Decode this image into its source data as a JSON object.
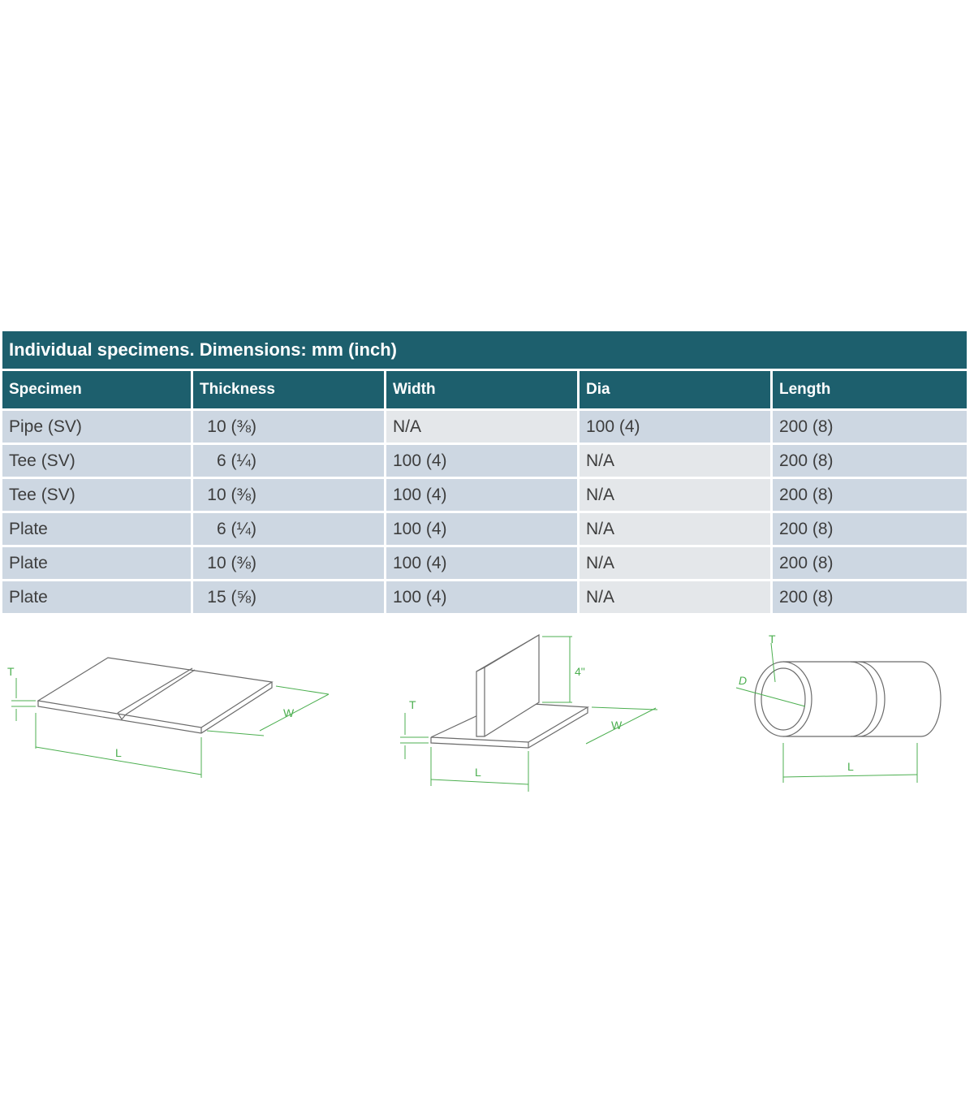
{
  "table": {
    "title": "Individual specimens. Dimensions: mm (inch)",
    "headers": [
      "Specimen",
      "Thickness",
      "Width",
      "Dia",
      "Length"
    ],
    "rows": [
      [
        "Pipe (SV)",
        "10 (⅜)",
        "N/A",
        "100 (4)",
        "200 (8)"
      ],
      [
        "Tee (SV)",
        "6 (¼)",
        "100 (4)",
        "N/A",
        "200 (8)"
      ],
      [
        "Tee (SV)",
        "10 (⅜)",
        "100 (4)",
        "N/A",
        "200 (8)"
      ],
      [
        "Plate",
        "6 (¼)",
        "100 (4)",
        "N/A",
        "200 (8)"
      ],
      [
        "Plate",
        "10 (⅜)",
        "100 (4)",
        "N/A",
        "200 (8)"
      ],
      [
        "Plate",
        "15 (⅝)",
        "100 (4)",
        "N/A",
        "200 (8)"
      ]
    ]
  },
  "diagrams": {
    "plate": {
      "t_label": "T",
      "w_label": "W",
      "l_label": "L"
    },
    "tee": {
      "height_label": "4\"",
      "t_label": "T",
      "w_label": "W",
      "l_label": "L"
    },
    "pipe": {
      "t_label": "T",
      "d_label": "D",
      "l_label": "L"
    },
    "colors": {
      "dimension": "#4caf50",
      "outline": "#6b6b6b",
      "header": "#1d5f6d"
    }
  }
}
